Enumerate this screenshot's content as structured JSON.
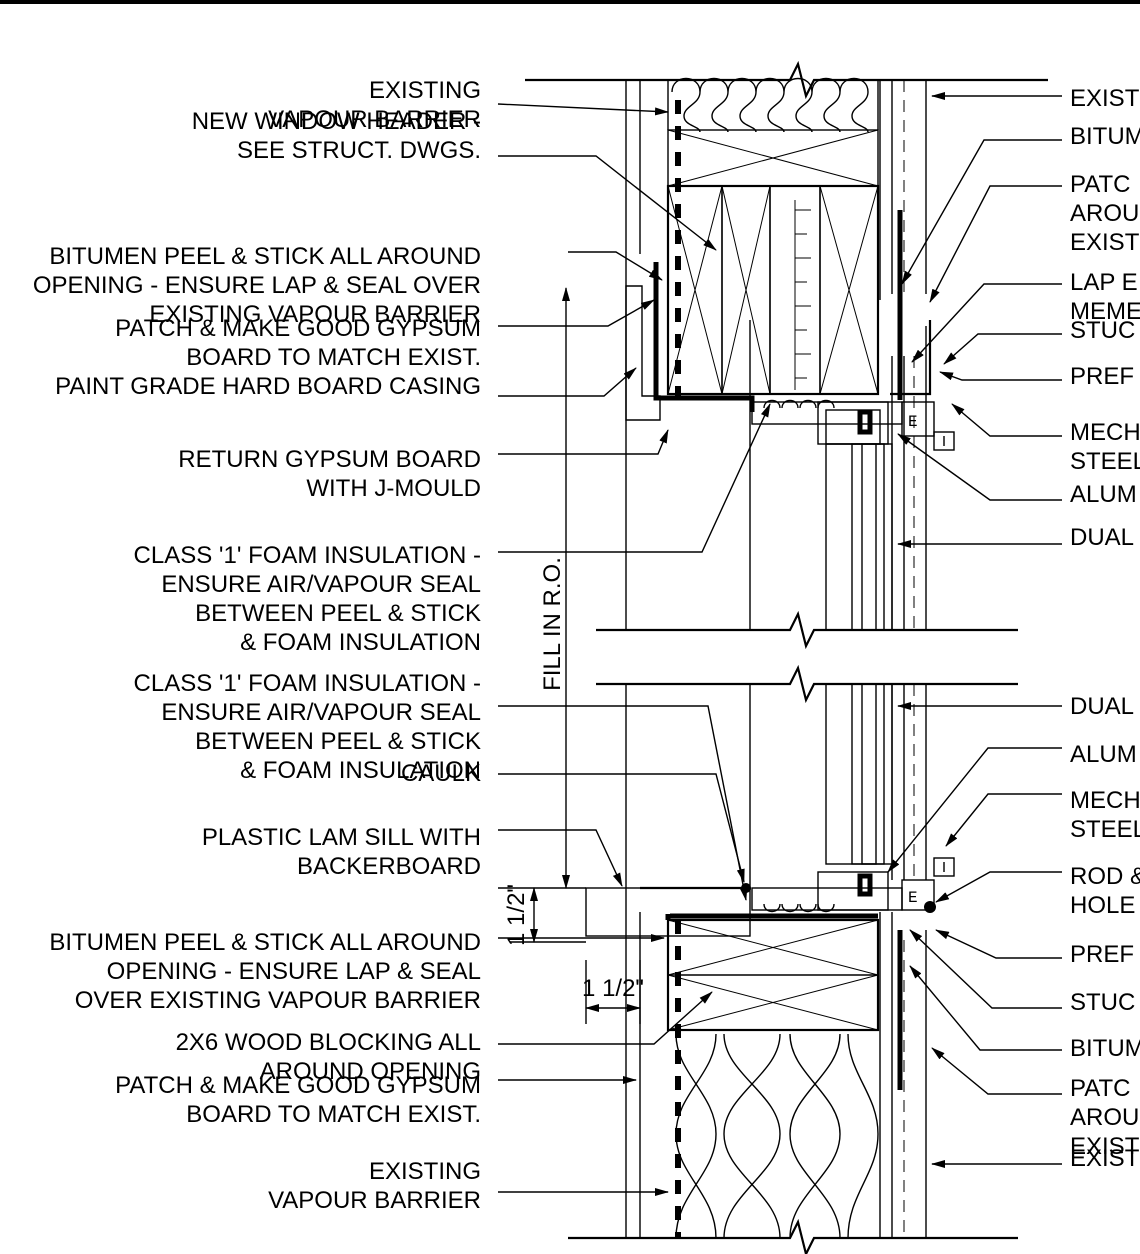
{
  "left_notes": [
    [
      "EXISTING",
      "VAPOUR BARRIER"
    ],
    [
      "NEW WINDOW HEADER -",
      "SEE STRUCT. DWGS."
    ],
    [
      "BITUMEN PEEL & STICK ALL AROUND",
      "OPENING - ENSURE LAP & SEAL OVER",
      "EXISTING VAPOUR BARRIER"
    ],
    [
      "PATCH & MAKE GOOD GYPSUM",
      "BOARD TO MATCH EXIST."
    ],
    [
      "PAINT GRADE HARD BOARD CASING"
    ],
    [
      "RETURN GYPSUM BOARD",
      "WITH J-MOULD"
    ],
    [
      "CLASS '1' FOAM INSULATION -",
      "ENSURE AIR/VAPOUR SEAL",
      "BETWEEN PEEL & STICK",
      "& FOAM INSULATION"
    ],
    [
      "CLASS '1' FOAM INSULATION -",
      "ENSURE AIR/VAPOUR SEAL",
      "BETWEEN PEEL & STICK",
      "& FOAM INSULATION"
    ],
    [
      "CAULK"
    ],
    [
      "PLASTIC LAM SILL WITH",
      "BACKERBOARD"
    ],
    [
      "BITUMEN PEEL & STICK ALL AROUND",
      "OPENING - ENSURE LAP & SEAL",
      "OVER EXISTING VAPOUR BARRIER"
    ],
    [
      "2X6 WOOD BLOCKING ALL",
      "AROUND OPENING"
    ],
    [
      "PATCH & MAKE GOOD GYPSUM",
      "BOARD TO MATCH EXIST."
    ],
    [
      "EXISTING",
      "VAPOUR BARRIER"
    ]
  ],
  "right_notes": [
    [
      "EXIST"
    ],
    [
      "BITUM"
    ],
    [
      "PATC",
      "AROU",
      "EXIST"
    ],
    [
      "LAP E",
      "MEME"
    ],
    [
      "STUC"
    ],
    [
      "PREF"
    ],
    [
      "MECH",
      "STEEL"
    ],
    [
      "ALUM"
    ],
    [
      "DUAL"
    ],
    [
      "DUAL"
    ],
    [
      "ALUM"
    ],
    [
      "MECH",
      "STEEL"
    ],
    [
      "ROD &",
      "HOLE"
    ],
    [
      "PREF"
    ],
    [
      "STUC"
    ],
    [
      "BITUM"
    ],
    [
      "PATC",
      "AROU",
      "EXIST"
    ],
    [
      "EXIST"
    ]
  ],
  "dimensions": {
    "rough_opening": "FILL IN R.O.",
    "sill_height": "1 1/2\"",
    "sill_projection": "1 1/2\""
  }
}
